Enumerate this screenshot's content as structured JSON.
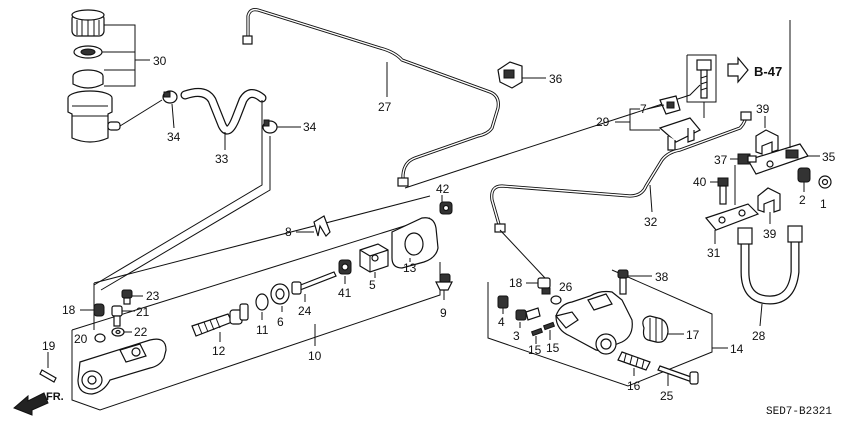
{
  "diagram": {
    "ref_label": "B-47",
    "code_label": "SED7-B2321",
    "front_label": "FR.",
    "callouts": [
      {
        "id": "c30",
        "text": "30"
      },
      {
        "id": "c36",
        "text": "36"
      },
      {
        "id": "c27",
        "text": "27"
      },
      {
        "id": "c34a",
        "text": "34"
      },
      {
        "id": "c34b",
        "text": "34"
      },
      {
        "id": "c33",
        "text": "33"
      },
      {
        "id": "c7",
        "text": "7"
      },
      {
        "id": "c29",
        "text": "29"
      },
      {
        "id": "c39a",
        "text": "39"
      },
      {
        "id": "c35",
        "text": "35"
      },
      {
        "id": "c37",
        "text": "37"
      },
      {
        "id": "c40",
        "text": "40"
      },
      {
        "id": "c2",
        "text": "2"
      },
      {
        "id": "c1",
        "text": "1"
      },
      {
        "id": "c39b",
        "text": "39"
      },
      {
        "id": "c42",
        "text": "42"
      },
      {
        "id": "c8",
        "text": "8"
      },
      {
        "id": "c32",
        "text": "32"
      },
      {
        "id": "c31",
        "text": "31"
      },
      {
        "id": "c13",
        "text": "13"
      },
      {
        "id": "c5",
        "text": "5"
      },
      {
        "id": "c41",
        "text": "41"
      },
      {
        "id": "c24",
        "text": "24"
      },
      {
        "id": "c6",
        "text": "6"
      },
      {
        "id": "c11",
        "text": "11"
      },
      {
        "id": "c12",
        "text": "12"
      },
      {
        "id": "c10",
        "text": "10"
      },
      {
        "id": "c9",
        "text": "9"
      },
      {
        "id": "c23",
        "text": "23"
      },
      {
        "id": "c18a",
        "text": "18"
      },
      {
        "id": "c21",
        "text": "21"
      },
      {
        "id": "c20",
        "text": "20"
      },
      {
        "id": "c22",
        "text": "22"
      },
      {
        "id": "c19",
        "text": "19"
      },
      {
        "id": "c38",
        "text": "38"
      },
      {
        "id": "c18b",
        "text": "18"
      },
      {
        "id": "c26",
        "text": "26"
      },
      {
        "id": "c4",
        "text": "4"
      },
      {
        "id": "c3",
        "text": "3"
      },
      {
        "id": "c15a",
        "text": "15"
      },
      {
        "id": "c15b",
        "text": "15"
      },
      {
        "id": "c17",
        "text": "17"
      },
      {
        "id": "c14",
        "text": "14"
      },
      {
        "id": "c16",
        "text": "16"
      },
      {
        "id": "c25",
        "text": "25"
      },
      {
        "id": "c28",
        "text": "28"
      }
    ]
  }
}
